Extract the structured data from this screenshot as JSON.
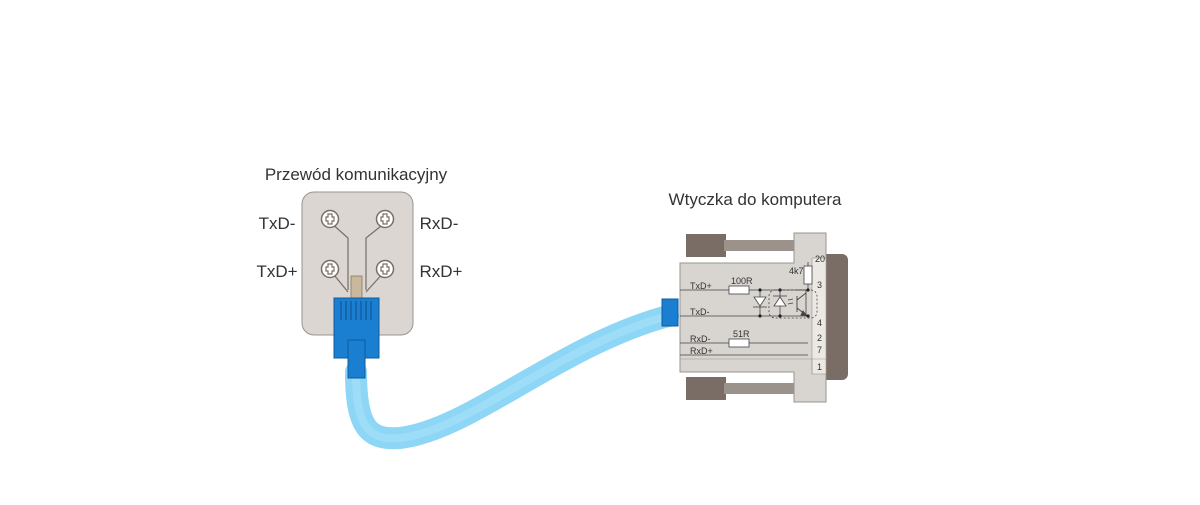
{
  "left_panel": {
    "title": "Przewód komunikacyjny",
    "labels": {
      "txd_minus": "TxD-",
      "rxd_minus": "RxD-",
      "txd_plus": "TxD+",
      "rxd_plus": "RxD+"
    }
  },
  "right_panel": {
    "title": "Wtyczka do komputera",
    "signals": {
      "txd_plus": "TxD+",
      "txd_minus": "TxD-",
      "rxd_minus": "RxD-",
      "rxd_plus": "RxD+"
    },
    "components": {
      "r_tx": "100R",
      "r_rx": "51R",
      "r_pull": "4k7"
    },
    "pins": {
      "p20": "20",
      "p3": "3",
      "p4": "4",
      "p2": "2",
      "p7": "7",
      "p1": "1"
    }
  },
  "colors": {
    "cable": "#8dd6f5",
    "connector": "#1a7fd0",
    "plate": "#dbd6d1",
    "plug_body": "#d8d4cf",
    "dark_gray": "#7a6d66"
  }
}
